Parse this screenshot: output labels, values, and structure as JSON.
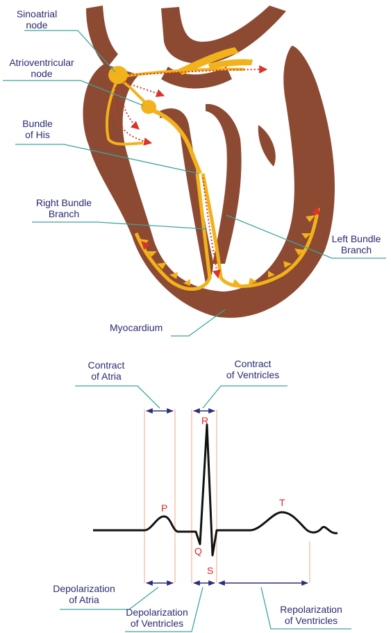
{
  "heart": {
    "labels": {
      "sa_node": [
        "Sinoatrial",
        "node"
      ],
      "av_node": [
        "Atrioventricular",
        "node"
      ],
      "bundle_his": [
        "Bundle",
        "of His"
      ],
      "right_bundle": [
        "Right Bundle",
        "Branch"
      ],
      "left_bundle": [
        "Left Bundle",
        "Branch"
      ],
      "myocardium": "Myocardium"
    },
    "colors": {
      "muscle": "#8c4a33",
      "conduction": "#f2b21b",
      "arrow": "#d8342a",
      "leader": "#3aa59c"
    }
  },
  "ecg": {
    "top_labels": {
      "contract_atria": [
        "Contract",
        "of Atria"
      ],
      "contract_ventricles": [
        "Contract",
        "of Ventricles"
      ]
    },
    "waves": {
      "P": "P",
      "Q": "Q",
      "R": "R",
      "S": "S",
      "T": "T"
    },
    "bottom_labels": {
      "depol_atria": [
        "Depolarization",
        "of Atria"
      ],
      "depol_ventricles": [
        "Depolarization",
        "of Ventricles"
      ],
      "repol_ventricles": [
        "Repolarization",
        "of Ventricles"
      ]
    },
    "colors": {
      "trace": "#111111",
      "guide": "#f1b892",
      "interval": "#2d2d7a",
      "wave_label": "#e0232a"
    }
  }
}
